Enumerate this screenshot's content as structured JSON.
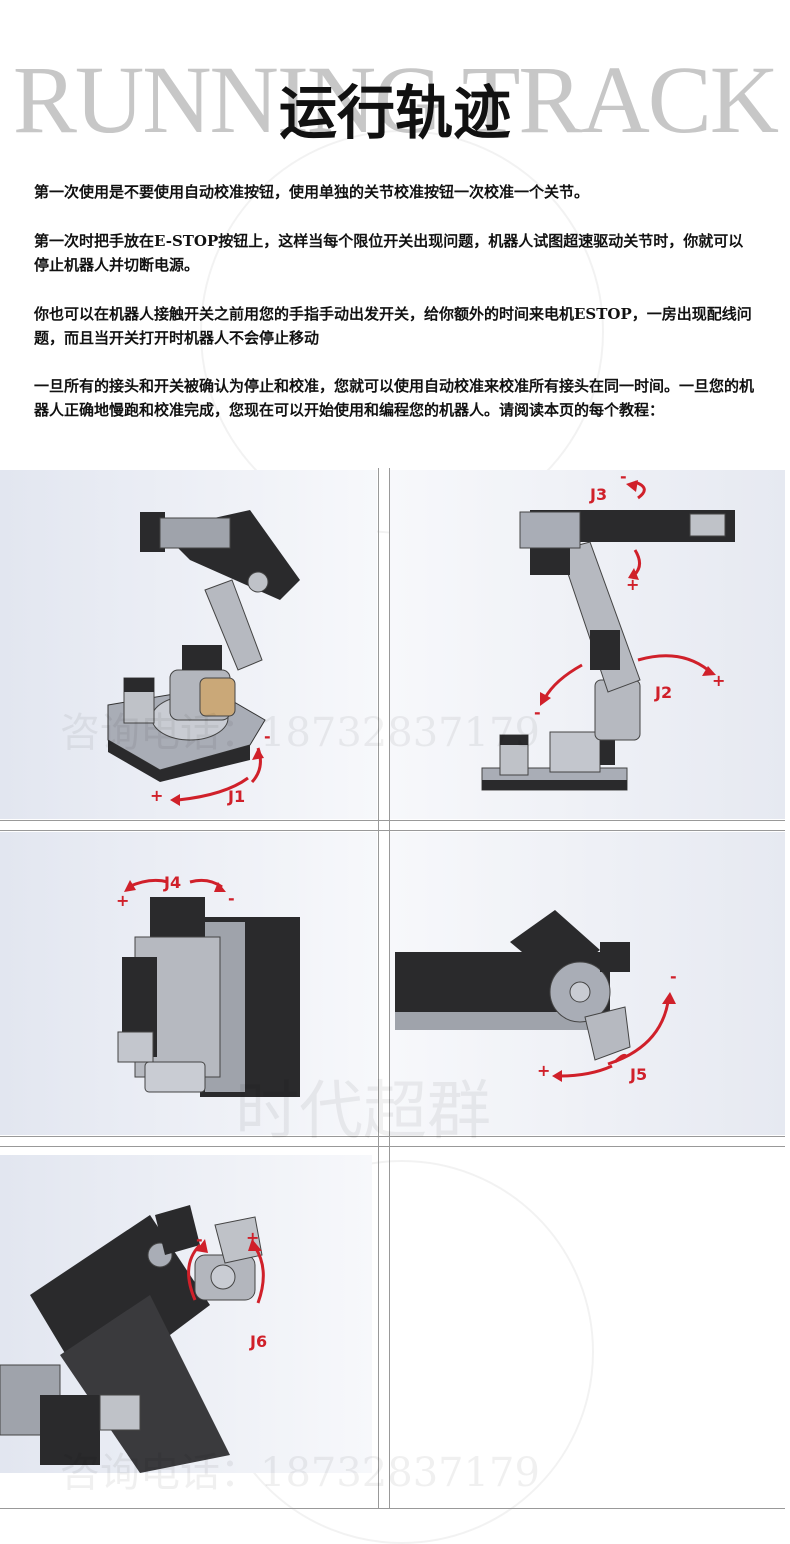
{
  "header": {
    "background_title": "RUNNING TRACK",
    "title": "运行轨迹"
  },
  "intro": {
    "paragraphs": [
      "第一次使用是不要使用自动校准按钮，使用单独的关节校准按钮一次校准一个关节。",
      "第一次时把手放在E-STOP按钮上，这样当每个限位开关出现问题，机器人试图超速驱动关节时，你就可以停止机器人并切断电源。",
      "你也可以在机器人接触开关之前用您的手指手动出发开关，给你额外的时间来电机ESTOP，一房出现配线问题，而且当开关打开时机器人不会停止移动",
      "一旦所有的接头和开关被确认为停止和校准，您就可以使用自动校准来校准所有接头在同一时间。一旦您的机器人正确地慢跑和校准完成，您现在可以开始使用和编程您的机器人。请阅读本页的每个教程："
    ]
  },
  "watermark": {
    "phone_text": "咨询电话：18732837179",
    "brand_text": "时代超群"
  },
  "panels": [
    {
      "joint": "J1",
      "plus": "+",
      "minus": "-"
    },
    {
      "joint": "J2",
      "plus": "+",
      "minus": "-",
      "joint_b": "J3",
      "plus_b": "+",
      "minus_b": "-"
    },
    {
      "joint": "J4",
      "plus": "+",
      "minus": "-"
    },
    {
      "joint": "J5",
      "plus": "+",
      "minus": "-"
    },
    {
      "joint": "J6",
      "plus": "+",
      "minus": "-"
    }
  ],
  "colors": {
    "arrow": "#d0202a",
    "panel_bg": "#eef0f6",
    "robot_dark": "#2a2a2c",
    "robot_metal": "#b9bcc4"
  }
}
